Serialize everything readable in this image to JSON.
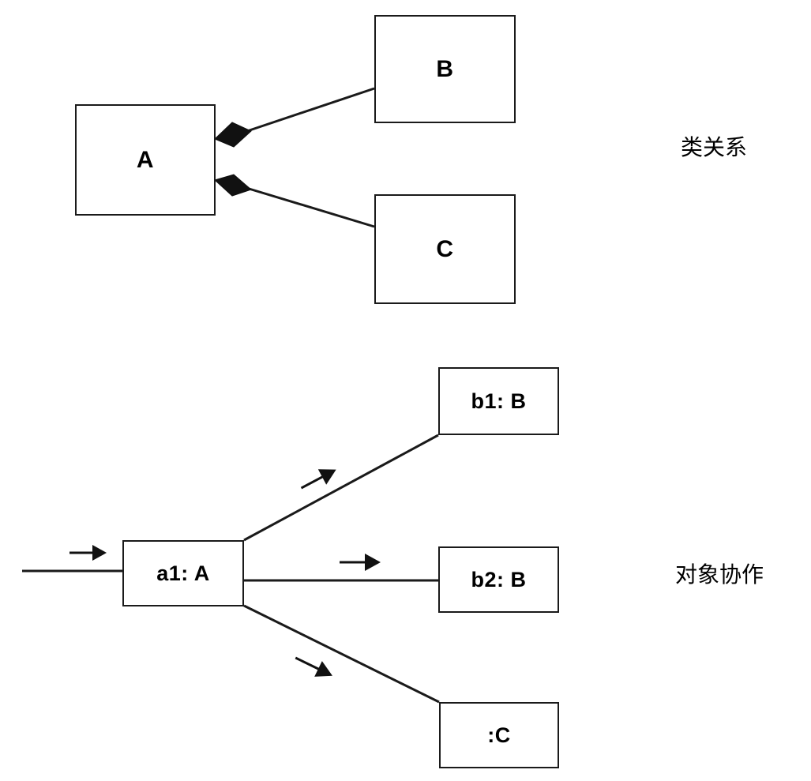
{
  "diagram": {
    "title": "UML class relationship and object collaboration",
    "captions": {
      "class_section": "类关系",
      "object_section": "对象协作"
    },
    "class_diagram": {
      "nodes": [
        {
          "id": "A",
          "label": "A"
        },
        {
          "id": "B",
          "label": "B"
        },
        {
          "id": "C",
          "label": "C"
        }
      ],
      "relations": [
        {
          "from": "A",
          "to": "B",
          "type": "composition",
          "marker": "filled-diamond",
          "marker_at": "A"
        },
        {
          "from": "A",
          "to": "C",
          "type": "composition",
          "marker": "filled-diamond",
          "marker_at": "A"
        }
      ]
    },
    "object_diagram": {
      "nodes": [
        {
          "id": "a1",
          "label": "a1: A"
        },
        {
          "id": "b1",
          "label": "b1: B"
        },
        {
          "id": "b2",
          "label": "b2: B"
        },
        {
          "id": "c",
          "label": ":C"
        }
      ],
      "messages": [
        {
          "from": "external",
          "to": "a1",
          "marker": "filled-arrow",
          "direction": "right"
        },
        {
          "from": "a1",
          "to": "b1",
          "marker": "filled-arrow",
          "direction": "up-right"
        },
        {
          "from": "a1",
          "to": "b2",
          "marker": "filled-arrow",
          "direction": "right"
        },
        {
          "from": "a1",
          "to": "c",
          "marker": "filled-arrow",
          "direction": "down-right"
        }
      ]
    },
    "colors": {
      "stroke": "#1a1a1a",
      "fill": "#ffffff",
      "text": "#000000"
    }
  }
}
